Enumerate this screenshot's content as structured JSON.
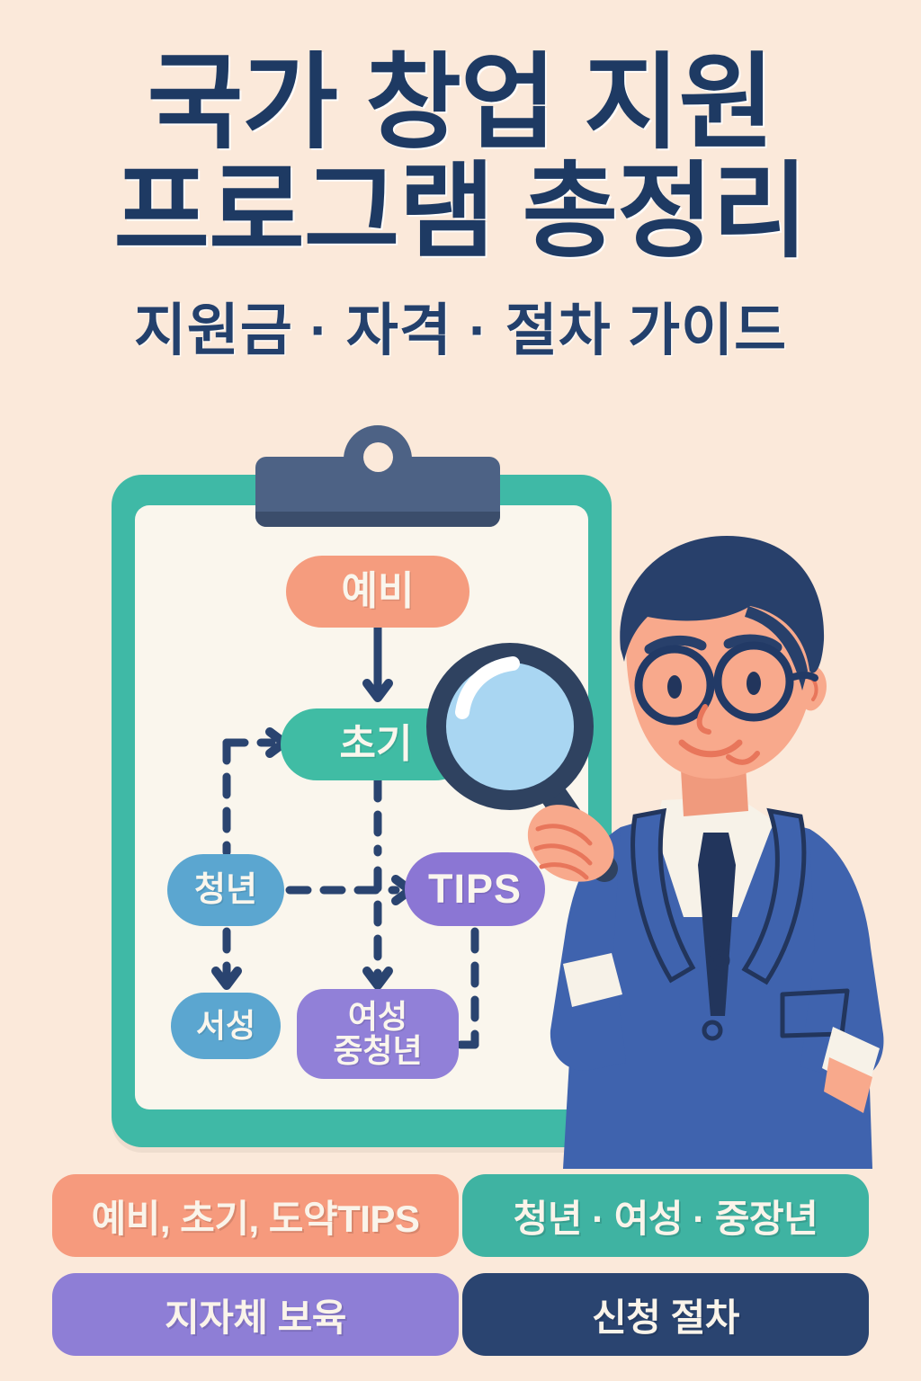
{
  "poster": {
    "background_color": "#FBE9DA",
    "title_color": "#1E3A63",
    "title_line1": "국가 창업 지원",
    "title_line2": "프로그램 총정리",
    "subtitle": "지원금 · 자격 · 절차 가이드"
  },
  "clipboard": {
    "board_color": "#3FB9A6",
    "paper_color": "#FAF6ED",
    "clip_color": "#4D6285"
  },
  "flowchart": {
    "connector_color": "#2A4470",
    "nodes": [
      {
        "id": "yebi",
        "label": "예비",
        "color": "#F59C7E"
      },
      {
        "id": "chogi",
        "label": "초기",
        "color": "#40BCA4"
      },
      {
        "id": "cheongnyeon",
        "label": "청년",
        "color": "#5BA6D0"
      },
      {
        "id": "tips",
        "label": "TIPS",
        "color": "#8B76D4"
      },
      {
        "id": "seoseong",
        "label": "서성",
        "color": "#5BA6D0"
      },
      {
        "id": "yeoseong",
        "label_line1": "여성",
        "label_line2": "중청년",
        "color": "#9180D8"
      }
    ]
  },
  "illustration": {
    "person": {
      "hair_color": "#28406B",
      "skin_color": "#F8A98C",
      "suit_color": "#3F63AE",
      "shirt_color": "#F7F2E8",
      "tie_color": "#22355C",
      "glasses_color": "#223A66"
    },
    "magnifier": {
      "rim_color": "#2F4260",
      "lens_color": "#A9D6F2",
      "highlight_color": "#FFFFFF"
    }
  },
  "buttons": [
    {
      "label": "예비, 초기, 도약TIPS",
      "color": "#F69A7D"
    },
    {
      "label": "청년 · 여성 · 중장년",
      "color": "#3FB3A2"
    },
    {
      "label": "지자체 보육",
      "color": "#8E7ED6"
    },
    {
      "label": "신청 절차",
      "color": "#2A4470"
    }
  ]
}
